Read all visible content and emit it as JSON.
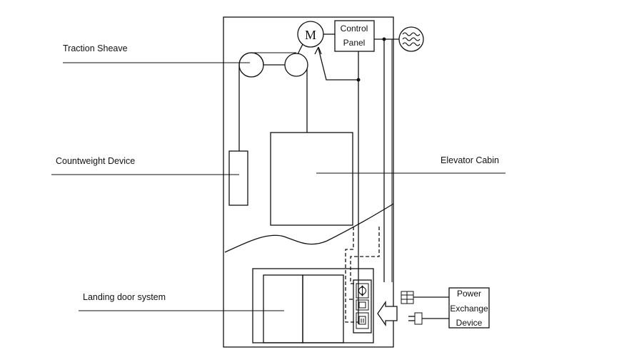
{
  "labels": {
    "traction_sheave": "Traction Sheave",
    "counterweight": "Countweight Device",
    "elevator_cabin": "Elevator Cabin",
    "landing_door": "Landing door system",
    "motor": "M",
    "control_panel_line1": "Control",
    "control_panel_line2": "Panel",
    "power_exchange_line1": "Power",
    "power_exchange_line2": "Exchange",
    "power_exchange_line3": "Device"
  },
  "icons": {
    "motor": "motor-icon",
    "ac_source": "ac-power-source-icon",
    "plug": "plug-icon",
    "socket": "socket-icon",
    "arrow": "block-arrow-icon"
  }
}
